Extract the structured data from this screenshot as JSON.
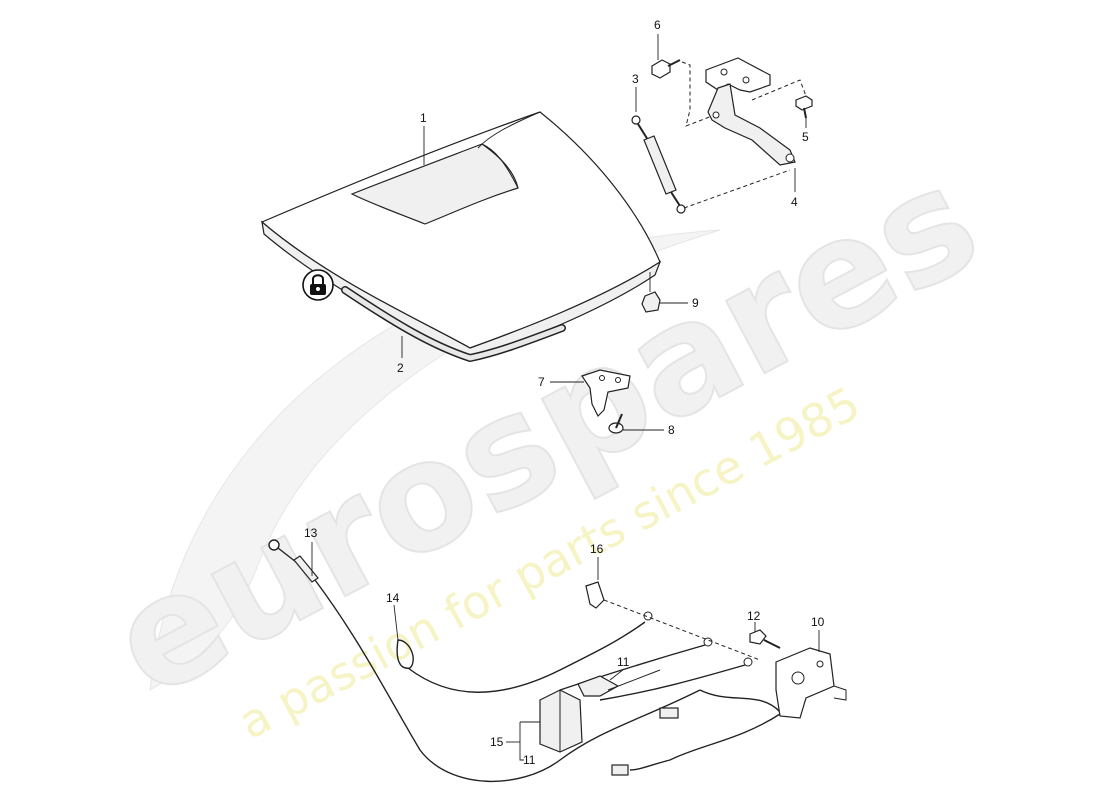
{
  "watermark": {
    "brand": "eurospares",
    "tagline": "a passion for parts since 1985"
  },
  "symbol": {
    "icon": "lock-icon"
  },
  "callouts": [
    {
      "id": "c1",
      "label": "1"
    },
    {
      "id": "c2",
      "label": "2"
    },
    {
      "id": "c3",
      "label": "3"
    },
    {
      "id": "c4",
      "label": "4"
    },
    {
      "id": "c5",
      "label": "5"
    },
    {
      "id": "c6",
      "label": "6"
    },
    {
      "id": "c7",
      "label": "7"
    },
    {
      "id": "c8",
      "label": "8"
    },
    {
      "id": "c9",
      "label": "9"
    },
    {
      "id": "c10",
      "label": "10"
    },
    {
      "id": "c11a",
      "label": "11"
    },
    {
      "id": "c11b",
      "label": "11"
    },
    {
      "id": "c12",
      "label": "12"
    },
    {
      "id": "c13",
      "label": "13"
    },
    {
      "id": "c14",
      "label": "14"
    },
    {
      "id": "c15",
      "label": "15"
    },
    {
      "id": "c16",
      "label": "16"
    }
  ]
}
